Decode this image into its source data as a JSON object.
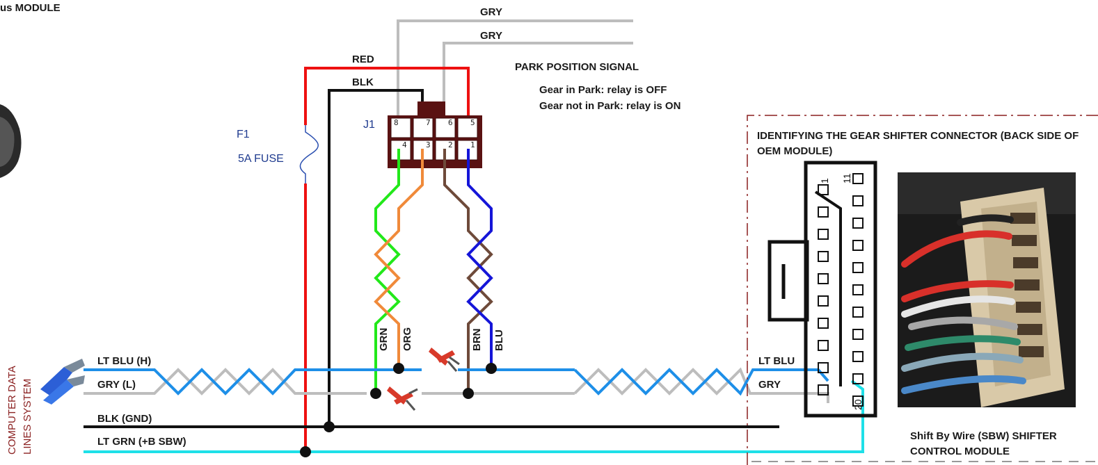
{
  "labels": {
    "module_top_left": "us MODULE",
    "side_label_line1": "COMPUTER DATA",
    "side_label_line2": "LINES SYSTEM",
    "wire_gry_top1": "GRY",
    "wire_gry_top2": "GRY",
    "wire_red": "RED",
    "wire_blk": "BLK",
    "park_title": "PARK POSITION SIGNAL",
    "park_line1": "Gear in Park: relay is OFF",
    "park_line2": "Gear not in Park: relay is ON",
    "fuse_ref": "F1",
    "fuse_desc": "5A FUSE",
    "connector_ref": "J1",
    "wire_grn": "GRN",
    "wire_org": "ORG",
    "wire_brn": "BRN",
    "wire_blu": "BLU",
    "bus_lt_blu_h": "LT BLU (H)",
    "bus_gry_l": "GRY (L)",
    "bus_blk_gnd": "BLK (GND)",
    "bus_lt_grn_sbw": "LT GRN (+B SBW)",
    "oem_title_line1": "IDENTIFYING THE GEAR SHIFTER CONNECTOR (BACK SIDE OF",
    "oem_title_line2": "OEM MODULE)",
    "oem_lt_blu": "LT BLU",
    "oem_gry": "GRY",
    "oem_pin_1": "1",
    "oem_pin_11": "11",
    "oem_pin_20": "20",
    "sbw_line1": "Shift By Wire (SBW)  SHIFTER",
    "sbw_line2": "CONTROL MODULE"
  },
  "connector_pins": {
    "top": [
      "8",
      "7",
      "6",
      "5"
    ],
    "bottom": [
      "4",
      "3",
      "2",
      "1"
    ]
  },
  "colors": {
    "red": "#ee1111",
    "black": "#111111",
    "gray": "#bdbdbd",
    "green": "#22e81a",
    "orange": "#f08a3a",
    "brown": "#6e4a3a",
    "blue": "#1515d8",
    "light_blue": "#1e8fe8",
    "cyan": "#1ee0e8",
    "connector_body": "#5a1212",
    "fuse_blue": "#2a4fb0"
  }
}
